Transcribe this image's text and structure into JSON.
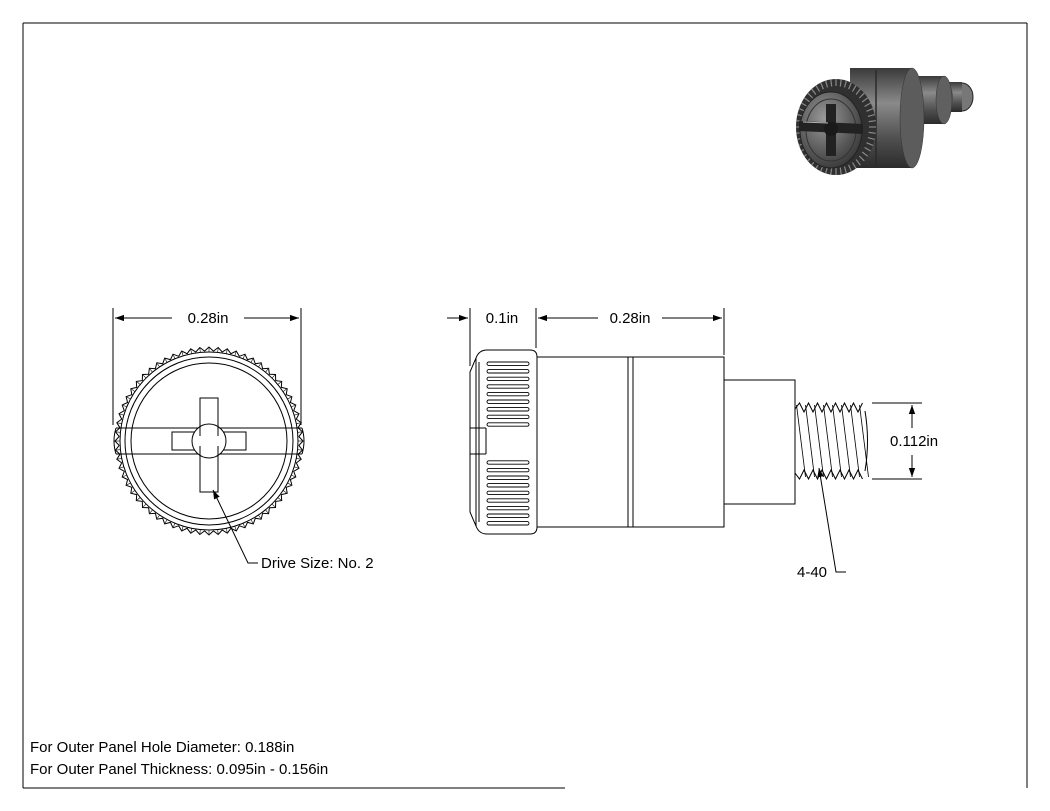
{
  "dimensions": {
    "front_diameter": "0.28in",
    "head_height": "0.1in",
    "body_length": "0.28in",
    "thread_diameter": "0.112in"
  },
  "callouts": {
    "drive_size": "Drive Size: No. 2",
    "thread_spec": "4-40"
  },
  "notes": [
    "For Outer Panel Hole Diameter: 0.188in",
    "For Outer Panel Thickness: 0.095in - 0.156in"
  ]
}
